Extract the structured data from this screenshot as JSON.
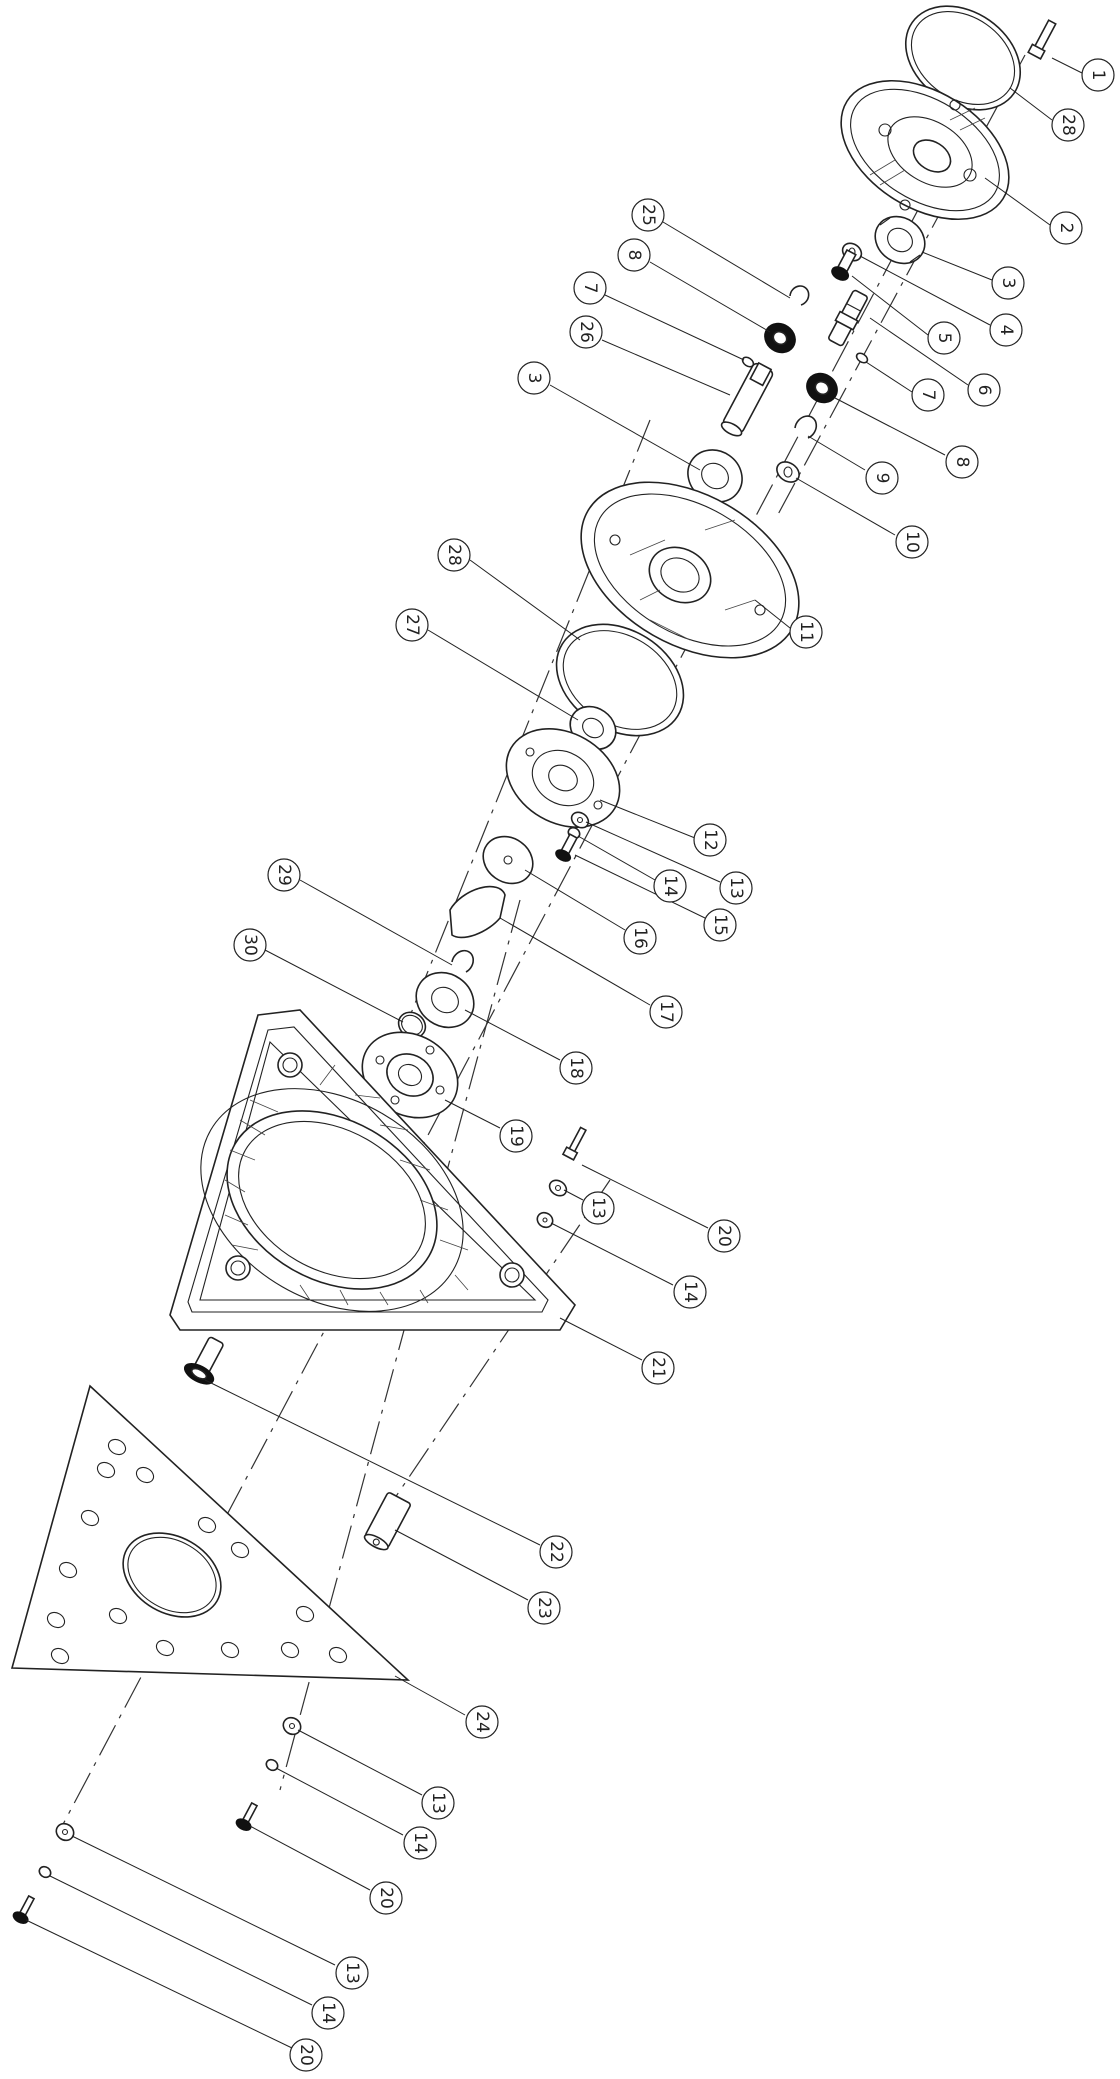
{
  "callouts": [
    {
      "id": "c1",
      "label": "1"
    },
    {
      "id": "c28a",
      "label": "28"
    },
    {
      "id": "c2",
      "label": "2"
    },
    {
      "id": "c3a",
      "label": "3"
    },
    {
      "id": "c4",
      "label": "4"
    },
    {
      "id": "c5",
      "label": "5"
    },
    {
      "id": "c6",
      "label": "6"
    },
    {
      "id": "c7a",
      "label": "7"
    },
    {
      "id": "c8a",
      "label": "8"
    },
    {
      "id": "c9",
      "label": "9"
    },
    {
      "id": "c10",
      "label": "10"
    },
    {
      "id": "c25",
      "label": "25"
    },
    {
      "id": "c8b",
      "label": "8"
    },
    {
      "id": "c7b",
      "label": "7"
    },
    {
      "id": "c26",
      "label": "26"
    },
    {
      "id": "c3b",
      "label": "3"
    },
    {
      "id": "c11",
      "label": "11"
    },
    {
      "id": "c28b",
      "label": "28"
    },
    {
      "id": "c27",
      "label": "27"
    },
    {
      "id": "c12",
      "label": "12"
    },
    {
      "id": "c13a",
      "label": "13"
    },
    {
      "id": "c14a",
      "label": "14"
    },
    {
      "id": "c15",
      "label": "15"
    },
    {
      "id": "c16",
      "label": "16"
    },
    {
      "id": "c17",
      "label": "17"
    },
    {
      "id": "c29",
      "label": "29"
    },
    {
      "id": "c30",
      "label": "30"
    },
    {
      "id": "c18",
      "label": "18"
    },
    {
      "id": "c19",
      "label": "19"
    },
    {
      "id": "c20a",
      "label": "20"
    },
    {
      "id": "c13b",
      "label": "13"
    },
    {
      "id": "c14b",
      "label": "14"
    },
    {
      "id": "c21",
      "label": "21"
    },
    {
      "id": "c22",
      "label": "22"
    },
    {
      "id": "c23",
      "label": "23"
    },
    {
      "id": "c24",
      "label": "24"
    },
    {
      "id": "c13c",
      "label": "13"
    },
    {
      "id": "c14c",
      "label": "14"
    },
    {
      "id": "c20b",
      "label": "20"
    },
    {
      "id": "c13d",
      "label": "13"
    },
    {
      "id": "c14d",
      "label": "14"
    },
    {
      "id": "c20c",
      "label": "20"
    }
  ]
}
